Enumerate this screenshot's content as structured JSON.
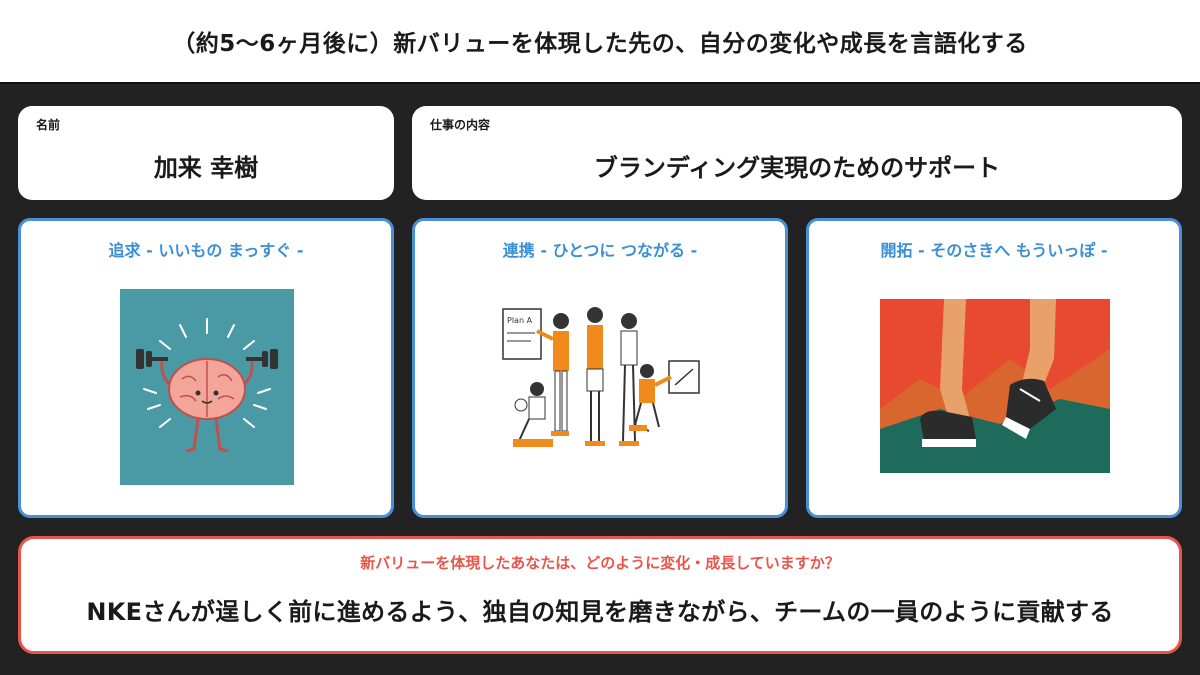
{
  "header": {
    "title": "（約5〜6ヶ月後に）新バリューを体現した先の、自分の変化や成長を言語化する"
  },
  "name_card": {
    "label": "名前",
    "value": "加来 幸樹"
  },
  "job_card": {
    "label": "仕事の内容",
    "value": "ブランディング実現のためのサポート"
  },
  "values": [
    {
      "title": "追求 - いいもの まっすぐ -",
      "illustration": "brain-lifting-dumbbells"
    },
    {
      "title": "連携 - ひとつに つながる -",
      "illustration": "team-planning",
      "sign_text": "Plan A"
    },
    {
      "title": "開拓 - そのさきへ もういっぽ -",
      "illustration": "runner-legs"
    }
  ],
  "reflection": {
    "question": "新バリューを体現したあなたは、どのように変化・成長していますか？",
    "answer": "NKEさんが逞しく前に進めるよう、独自の知見を磨きながら、チームの一員のように貢献する"
  },
  "colors": {
    "background": "#222222",
    "value_border": "#4a90d9",
    "value_title": "#3b8fd6",
    "reflection_border": "#e8554a",
    "brain_bg": "#4a9aa6",
    "brain": "#f4a59a",
    "team_accent": "#f08a1c",
    "run_bg": "#e84a2f",
    "run_ground": "#1e6b5c"
  }
}
